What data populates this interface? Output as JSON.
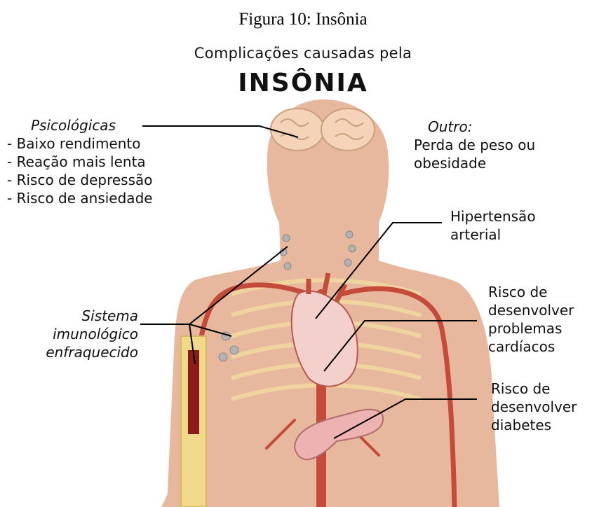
{
  "caption": "Figura 10: Insônia",
  "subtitle": "Complicações causadas pela",
  "title": "INSÔNIA",
  "psych": {
    "heading": "Psicológicas",
    "items": [
      "Baixo rendimento",
      "Reação mais lenta",
      "Risco de depressão",
      "Risco de ansiedade"
    ]
  },
  "other": {
    "heading": "Outro:",
    "lines": [
      "Perda de peso ou",
      "obesidade"
    ]
  },
  "hypertension": {
    "lines": [
      "Hipertensão",
      "arterial"
    ]
  },
  "immune": {
    "lines": [
      "Sistema",
      "imunológico",
      "enfraquecido"
    ]
  },
  "cardiac": {
    "lines": [
      "Risco de",
      "desenvolver",
      "problemas",
      "cardíacos"
    ]
  },
  "diabetes": {
    "lines": [
      "Risco de",
      "desenvolver",
      "diabetes"
    ]
  },
  "colors": {
    "skin": "#e8b89e",
    "vessel": "#c44a3a",
    "bone": "#f1d98a",
    "leader": "#000000"
  }
}
